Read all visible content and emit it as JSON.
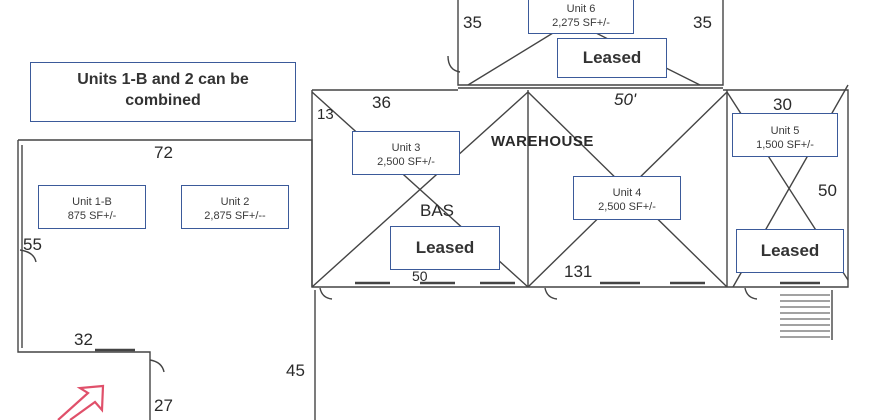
{
  "note": {
    "line1": "Units 1-B and 2 can be",
    "line2": "combined"
  },
  "units": {
    "unit6": {
      "name": "Unit 6",
      "area": "2,275 SF+/-",
      "status": "Leased"
    },
    "unit3": {
      "name": "Unit 3",
      "area": "2,500 SF+/-",
      "status": "Leased"
    },
    "unit4": {
      "name": "Unit 4",
      "area": "2,500 SF+/-"
    },
    "unit5": {
      "name": "Unit 5",
      "area": "1,500 SF+/-",
      "status": "Leased"
    },
    "unit1b": {
      "name": "Unit 1-B",
      "area": "875 SF+/-"
    },
    "unit2": {
      "name": "Unit 2",
      "area": "2,875 SF+/--"
    }
  },
  "labels": {
    "warehouse": "WAREHOUSE",
    "bas": "BAS"
  },
  "dimensions": {
    "d35_left": "35",
    "d35_right": "35",
    "d36": "36",
    "d50_top": "50'",
    "d30": "30",
    "d13": "13",
    "d72": "72",
    "d50_right": "50",
    "d55": "55",
    "d131": "131",
    "d50_bottom": "50",
    "d32": "32",
    "d45": "45",
    "d27": "27"
  },
  "colors": {
    "box_border": "#3b5a9a",
    "line": "#444444",
    "arrow": "#e0506a"
  }
}
